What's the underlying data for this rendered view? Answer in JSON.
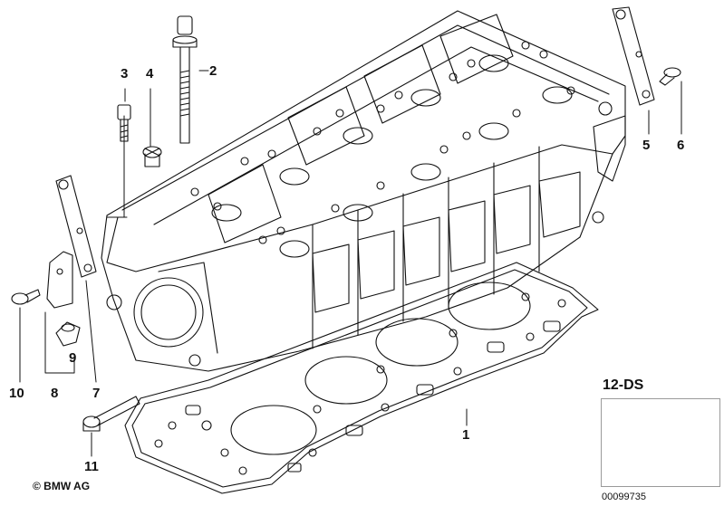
{
  "callouts": [
    {
      "id": "1",
      "label": "1"
    },
    {
      "id": "2",
      "label": "2"
    },
    {
      "id": "3",
      "label": "3"
    },
    {
      "id": "4",
      "label": "4"
    },
    {
      "id": "5",
      "label": "5"
    },
    {
      "id": "6",
      "label": "6"
    },
    {
      "id": "7",
      "label": "7"
    },
    {
      "id": "8",
      "label": "8"
    },
    {
      "id": "9",
      "label": "9"
    },
    {
      "id": "10",
      "label": "10"
    },
    {
      "id": "11",
      "label": "11"
    }
  ],
  "model_code": "12-DS",
  "copyright": "© BMW AG",
  "diagram_id": "00099735",
  "colors": {
    "line": "#111111",
    "background": "#ffffff",
    "thumb_border": "#9a9a9a"
  }
}
